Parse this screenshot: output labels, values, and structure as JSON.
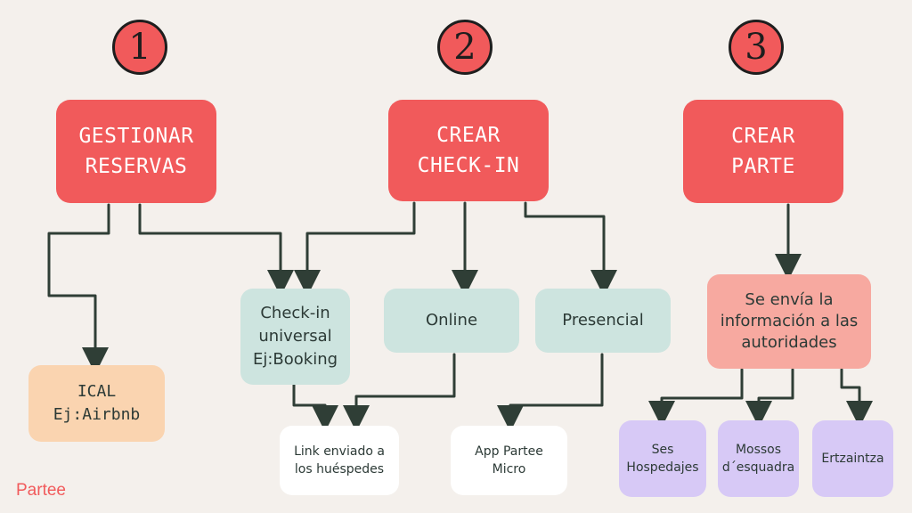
{
  "steps": [
    {
      "number": "1",
      "title": "GESTIONAR\nRESERVAS"
    },
    {
      "number": "2",
      "title": "CREAR\nCHECK-IN"
    },
    {
      "number": "3",
      "title": "CREAR\nPARTE"
    }
  ],
  "nodes": {
    "ical": "ICAL\nEj:Airbnb",
    "checkin_universal": "Check-in\nuniversal\nEj:Booking",
    "online": "Online",
    "presencial": "Presencial",
    "link": "Link enviado a\nlos huéspedes",
    "app": "App Partee\nMicro",
    "authorities": "Se envía la\ninformación a las\nautoridades",
    "ses": "Ses\nHospedajes",
    "mossos": "Mossos\nd´esquadra",
    "ertzaintza": "Ertzaintza"
  },
  "brand": "Partee",
  "colors": {
    "background": "#f4f0ec",
    "primary": "#f15a5b",
    "teal": "#cde4df",
    "peach": "#fad4b0",
    "salmon": "#f7a9a0",
    "lilac": "#d7c9f6",
    "line": "#2f3e36"
  }
}
